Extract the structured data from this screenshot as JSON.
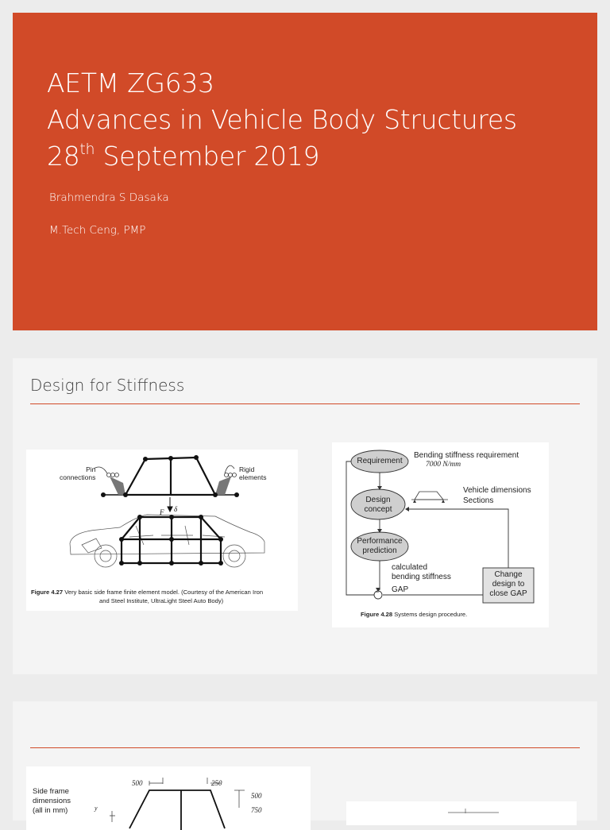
{
  "title_slide": {
    "course_code": "AETM ZG633",
    "course_name": "Advances in Vehicle Body Structures",
    "date_day": "28",
    "date_suffix": "th",
    "date_rest": " September 2019",
    "author": "Brahmendra S Dasaka",
    "credentials": "M.Tech Ceng, PMP"
  },
  "slide2": {
    "heading": "Design for Stiffness",
    "fig_left": {
      "label_pin": "Pin\nconnections",
      "label_rigid": "Rigid\nelements",
      "label_F": "F",
      "label_delta": "δ",
      "caption_num": "Figure 4.27",
      "caption_line1": " Very basic side frame finite element model. (Courtesy of the American Iron",
      "caption_line2": "and Steel Institute, UltraLight Steel Auto Body)"
    },
    "fig_right": {
      "requirement": "Requirement",
      "bending_req": "Bending stiffness requirement",
      "req_value": "7000 N/mm",
      "design_concept": "Design\nconcept",
      "vehicle_dims": "Vehicle dimensions",
      "sections": "Sections",
      "performance": "Performance\nprediction",
      "calculated": "calculated\nbending stiffness",
      "gap": "GAP",
      "change": "Change\ndesign to\nclose GAP",
      "minus": "−",
      "caption_num": "Figure 4.28",
      "caption_text": " Systems design procedure."
    }
  },
  "slide3": {
    "fig_left": {
      "label": "Side frame\ndimensions\n(all in mm)",
      "dim_500_top": "500",
      "dim_250": "250",
      "dim_500_right": "500",
      "dim_750": "750",
      "axis_y": "y"
    }
  }
}
